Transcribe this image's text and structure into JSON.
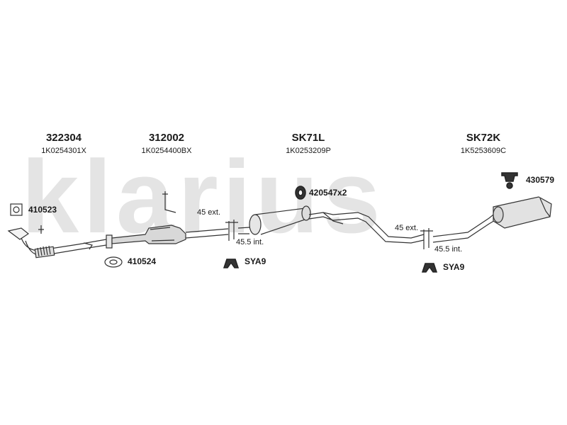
{
  "watermark": "klarius",
  "sections": [
    {
      "code": "322304",
      "ref": "1K0254301X"
    },
    {
      "code": "312002",
      "ref": "1K0254400BX"
    },
    {
      "code": "SK71L",
      "ref": "1K0253209P"
    },
    {
      "code": "SK72K",
      "ref": "1K5253609C"
    }
  ],
  "parts": {
    "gasket_square": "410523",
    "gasket_ring": "410524",
    "hanger_a": "SYA9",
    "hanger_b": "SYA9",
    "rubber_ring": "420547x2",
    "bracket": "430579"
  },
  "joints": {
    "ext_1": "45 ext.",
    "int_1": "45.5 int.",
    "ext_2": "45 ext.",
    "int_2": "45.5 int."
  }
}
